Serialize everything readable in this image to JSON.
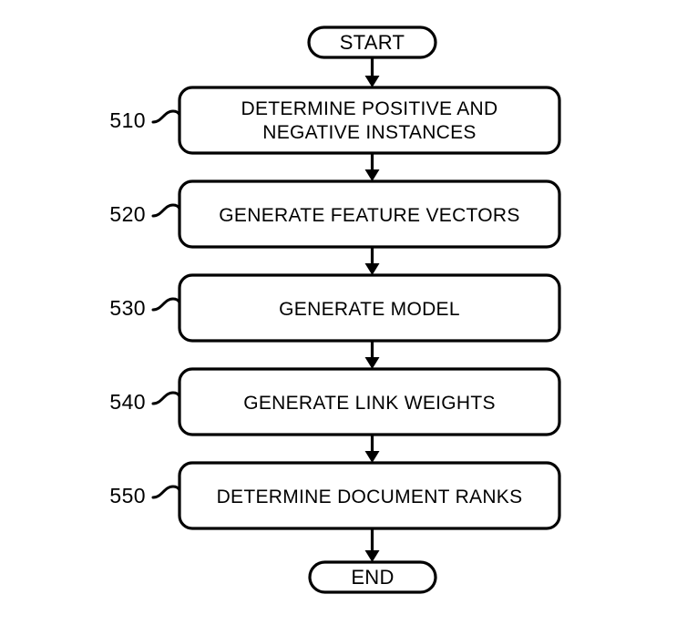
{
  "figure": {
    "type": "flowchart",
    "orientation": "vertical",
    "background_color": "#ffffff",
    "line_color": "#000000"
  },
  "start_node": {
    "label": "START",
    "shape": "stadium"
  },
  "end_node": {
    "label": "END",
    "shape": "stadium"
  },
  "steps": [
    {
      "ref": "510",
      "lines": [
        "DETERMINE POSITIVE AND",
        "NEGATIVE INSTANCES"
      ],
      "text": "DETERMINE POSITIVE AND NEGATIVE INSTANCES"
    },
    {
      "ref": "520",
      "lines": [
        "GENERATE FEATURE VECTORS"
      ],
      "text": "GENERATE FEATURE VECTORS"
    },
    {
      "ref": "530",
      "lines": [
        "GENERATE MODEL"
      ],
      "text": "GENERATE MODEL"
    },
    {
      "ref": "540",
      "lines": [
        "GENERATE LINK WEIGHTS"
      ],
      "text": "GENERATE LINK WEIGHTS"
    },
    {
      "ref": "550",
      "lines": [
        "DETERMINE DOCUMENT RANKS"
      ],
      "text": "DETERMINE DOCUMENT RANKS"
    }
  ]
}
